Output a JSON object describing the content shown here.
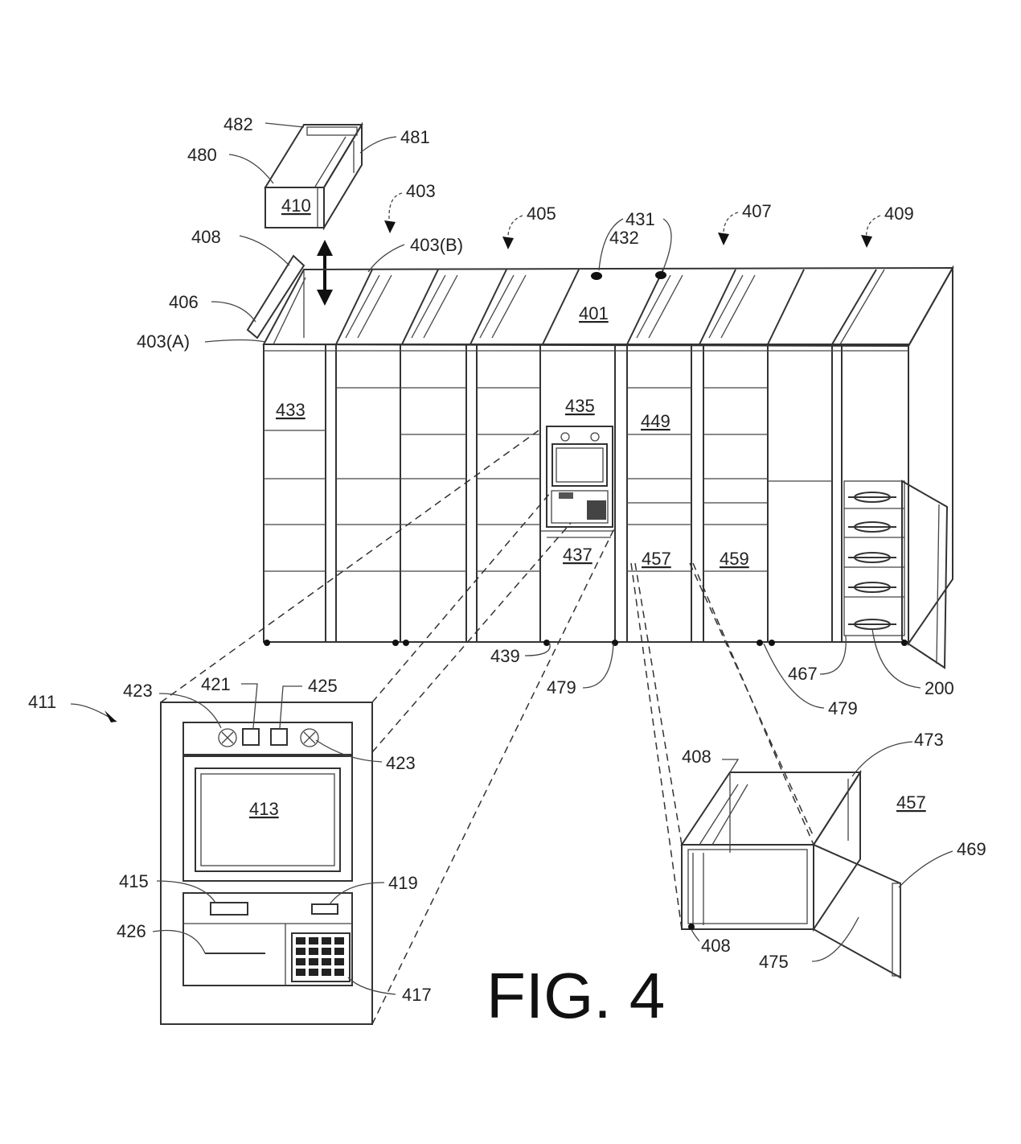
{
  "figure": {
    "title": "FIG. 4"
  },
  "labels": {
    "l482": "482",
    "l481": "481",
    "l480": "480",
    "l410": "410",
    "l403": "403",
    "l405": "405",
    "l431": "431",
    "l432": "432",
    "l407": "407",
    "l409": "409",
    "l408a": "408",
    "l403b": "403(B)",
    "l406": "406",
    "l403a": "403(A)",
    "l401": "401",
    "l433": "433",
    "l435": "435",
    "l449": "449",
    "l437": "437",
    "l457a": "457",
    "l459": "459",
    "l439": "439",
    "l479a": "479",
    "l467": "467",
    "l200": "200",
    "l479b": "479",
    "l411": "411",
    "l423a": "423",
    "l421": "421",
    "l425": "425",
    "l423b": "423",
    "l413": "413",
    "l415": "415",
    "l419": "419",
    "l426": "426",
    "l417": "417",
    "l408b": "408",
    "l473": "473",
    "l457b": "457",
    "l469": "469",
    "l408c": "408",
    "l475": "475"
  }
}
